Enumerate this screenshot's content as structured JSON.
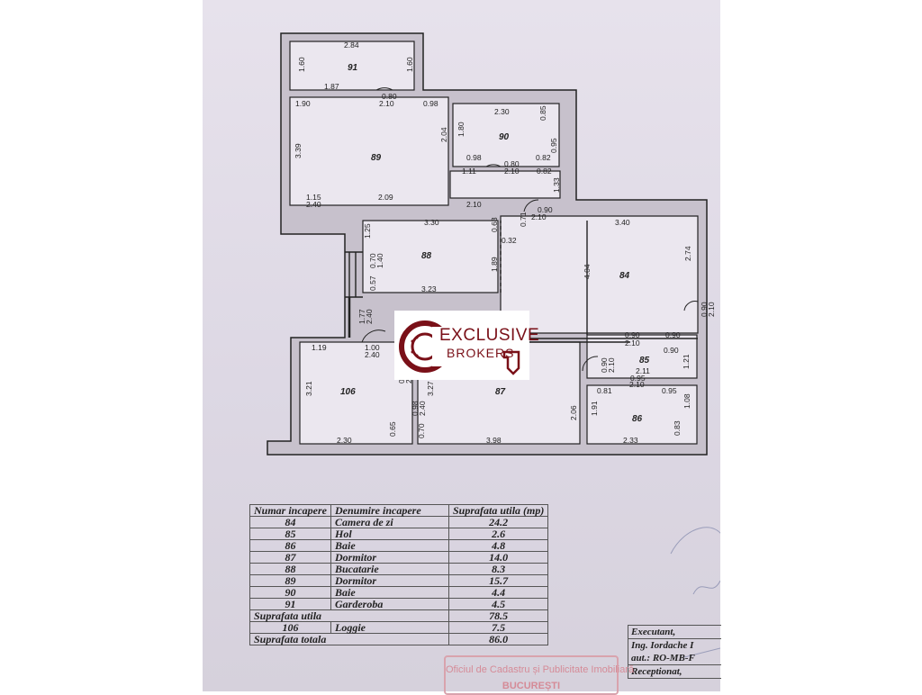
{
  "logo": {
    "line1": "EXCLUSIVE",
    "line2": "BROKERS",
    "color": "#7a1018"
  },
  "rooms": {
    "r91": "91",
    "r89": "89",
    "r90": "90",
    "r88": "88",
    "r84": "84",
    "r85": "85",
    "r86": "86",
    "r87": "87",
    "r106": "106"
  },
  "dims": {
    "d1": "2.84",
    "d2": "1.60",
    "d3": "1.60",
    "d4": "1.87",
    "d5": "0.80",
    "d6": "1.90",
    "d7": "2.10",
    "d8": "0.98",
    "d9": "2.30",
    "d10": "0.85",
    "d11": "3.39",
    "d12": "2.04",
    "d13": "1.80",
    "d14": "0.95",
    "d15": "0.98",
    "d16": "0.80",
    "d17": "0.82",
    "d18": "1.11",
    "d19": "2.10",
    "d20": "0.82",
    "d21": "1.33",
    "d22": "1.15",
    "d23": "2.40",
    "d24": "2.09",
    "d25": "2.10",
    "d26": "0.90",
    "d27": "2.10",
    "d28": "3.30",
    "d29": "0.71",
    "d30": "3.40",
    "d31": "0.63",
    "d32": "1.25",
    "d33": "0.32",
    "d34": "0.70",
    "d35": "1.40",
    "d36": "1.89",
    "d37": "4.04",
    "d38": "2.74",
    "d39": "0.57",
    "d40": "3.23",
    "d41": "0.90",
    "d42": "2.10",
    "d43": "1.77",
    "d44": "2.40",
    "d45": "0.90",
    "d46": "0.90",
    "d47": "2.10",
    "d48": "0.90",
    "d49": "1.19",
    "d50": "1.00",
    "d51": "2.40",
    "d52": "2.10",
    "d53": "0.90",
    "d54": "2.11",
    "d55": "1.21",
    "d56": "0.95",
    "d57": "2.10",
    "d58": "0.81",
    "d59": "0.95",
    "d60": "3.21",
    "d61": "0.5",
    "d62": "2.4",
    "d63": "3.27",
    "d64": "1.91",
    "d65": "1.08",
    "d66": "0.98",
    "d67": "2.40",
    "d68": "2.06",
    "d69": "0.83",
    "d70": "0.65",
    "d71": "0.70",
    "d72": "2.30",
    "d73": "3.98",
    "d74": "2.33"
  },
  "table": {
    "headers": {
      "col1": "Numar incapere",
      "col2": "Denumire incapere",
      "col3": "Suprafata utila (mp)"
    },
    "rows": [
      {
        "num": "84",
        "name": "Camera de zi",
        "area": "24.2"
      },
      {
        "num": "85",
        "name": "Hol",
        "area": "2.6"
      },
      {
        "num": "86",
        "name": "Baie",
        "area": "4.8"
      },
      {
        "num": "87",
        "name": "Dormitor",
        "area": "14.0"
      },
      {
        "num": "88",
        "name": "Bucatarie",
        "area": "8.3"
      },
      {
        "num": "89",
        "name": "Dormitor",
        "area": "15.7"
      },
      {
        "num": "90",
        "name": "Baie",
        "area": "4.4"
      },
      {
        "num": "91",
        "name": "Garderoba",
        "area": "4.5"
      }
    ],
    "util_label": "Suprafata utila",
    "util_value": "78.5",
    "loggie": {
      "num": "106",
      "name": "Loggie",
      "area": "7.5"
    },
    "total_label": "Suprafata totala",
    "total_value": "86.0"
  },
  "executant": {
    "label": "Executant,",
    "name": "Ing. Iordache I",
    "aut": "aut.: RO-MB-F",
    "receptionat": "Receptionat,"
  },
  "stamp": {
    "line1": "Oficiul de Cadastru și Publicitate Imobiliară",
    "line2": "BUCUREȘTI"
  }
}
